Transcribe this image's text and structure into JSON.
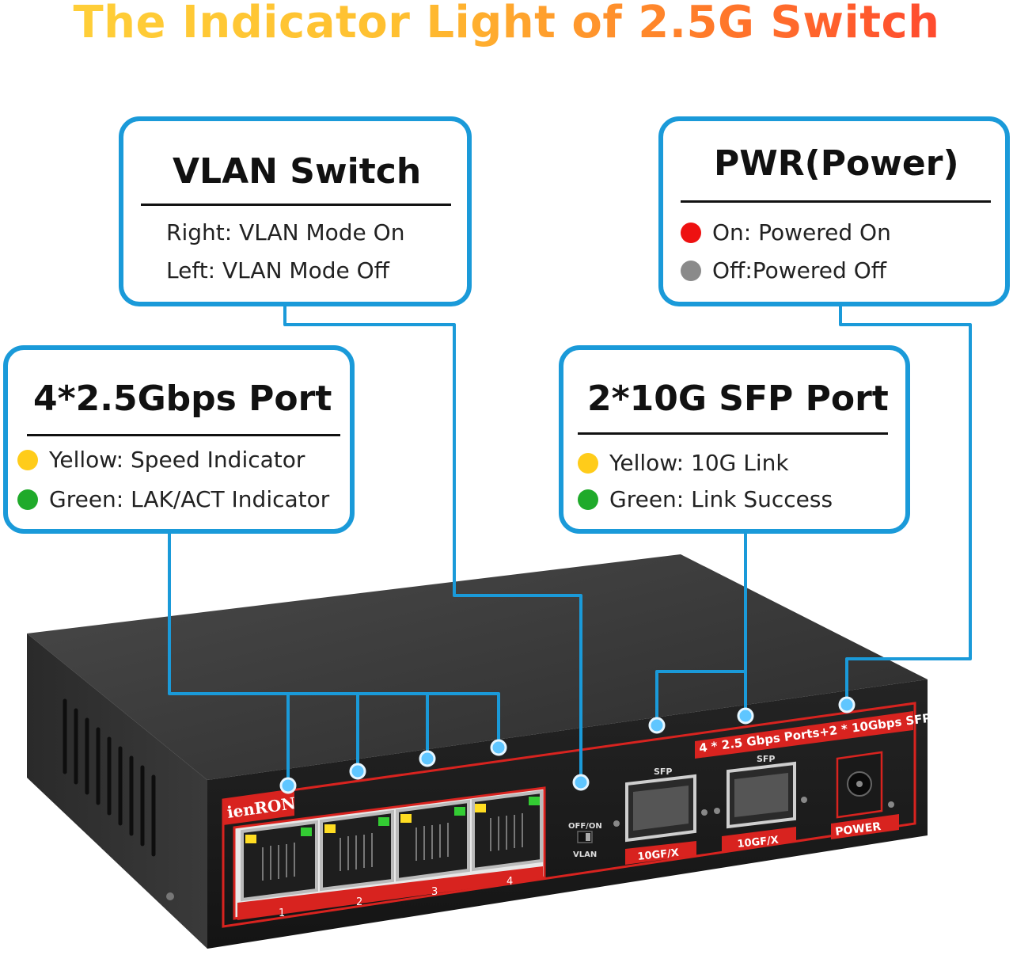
{
  "title": "The Indicator Light of 2.5G Switch",
  "colors": {
    "accent_line": "#1a9ad9",
    "yellow": "#ffcc1a",
    "green": "#1faa2a",
    "red": "#ee1111",
    "gray": "#8a8a8a",
    "device_red": "#d8231f"
  },
  "vlan_box": {
    "heading": "VLAN Switch",
    "line1": "Right: VLAN Mode On",
    "line2": "Left: VLAN Mode Off"
  },
  "pwr_box": {
    "heading": "PWR(Power)",
    "line1": "On: Powered On",
    "line2": "Off:Powered Off"
  },
  "port_box": {
    "heading": "4*2.5Gbps Port",
    "line1": "Yellow: Speed Indicator",
    "line2": "Green: LAK/ACT Indicator"
  },
  "sfp_box": {
    "heading": "2*10G SFP Port",
    "line1": "Yellow: 10G Link",
    "line2": "Green: Link Success"
  },
  "device": {
    "brand": "ienRON",
    "banner": "4 * 2.5 Gbps Ports+2 * 10Gbps SFP",
    "port_numbers": [
      "1",
      "2",
      "3",
      "4"
    ],
    "switch_top": "OFF/ON",
    "switch_bottom": "VLAN",
    "sfp_label": "SFP",
    "sfp_port_label": "10GF/X",
    "power_label": "POWER"
  }
}
